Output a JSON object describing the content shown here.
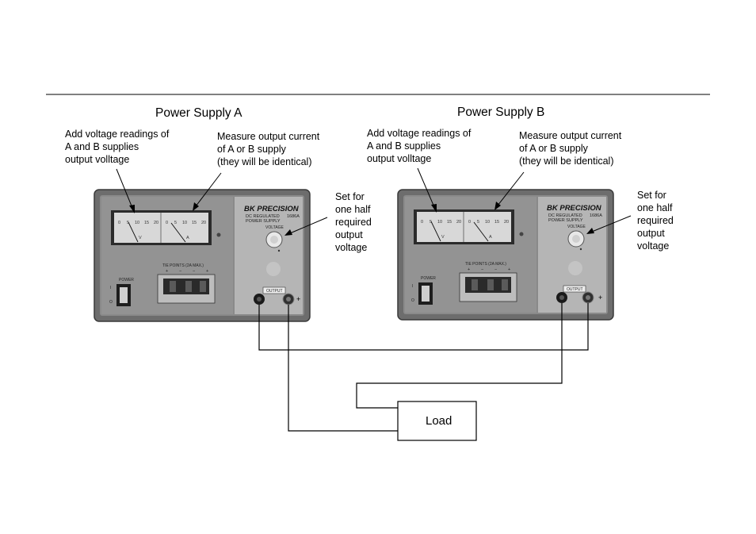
{
  "supplies": [
    {
      "title": "Power Supply A",
      "annotation_left": [
        "Add voltage readings of",
        "A and B supplies",
        "output volltage"
      ],
      "annotation_middle": [
        "Measure output current",
        "of A or B supply",
        "(they will be identical)"
      ],
      "annotation_right": [
        "Set for",
        "one half",
        "required",
        "output",
        "voltage"
      ],
      "brand": "BK PRECISION",
      "subtitle": [
        "DC REGULATED",
        "POWER SUPPLY"
      ],
      "model": "1686A",
      "meter_scale": [
        "0",
        "5",
        "10",
        "15",
        "20"
      ],
      "meter_v": "V",
      "meter_a": "A",
      "voltage_label": "VOLTAGE",
      "tie_points_label": "TIE POINTS (2A MAX.)",
      "tie_signs": [
        "+",
        "−",
        "−",
        "+"
      ],
      "power_label": "POWER",
      "power_on": "I",
      "power_off": "O",
      "output_label": "OUTPUT",
      "plus_sign": "+"
    },
    {
      "title": "Power Supply B",
      "annotation_left": [
        "Add voltage readings of",
        "A and B supplies",
        "output volltage"
      ],
      "annotation_middle": [
        "Measure output current",
        "of A or B supply",
        "(they will be identical)"
      ],
      "annotation_right": [
        "Set for",
        "one half",
        "required",
        "output",
        "voltage"
      ],
      "brand": "BK PRECISION",
      "subtitle": [
        "DC REGULATED",
        "POWER SUPPLY"
      ],
      "model": "1686A",
      "meter_scale": [
        "0",
        "5",
        "10",
        "15",
        "20"
      ],
      "meter_v": "V",
      "meter_a": "A",
      "voltage_label": "VOLTAGE",
      "tie_points_label": "TIE POINTS (2A MAX.)",
      "tie_signs": [
        "+",
        "−",
        "−",
        "+"
      ],
      "power_label": "POWER",
      "power_on": "I",
      "power_off": "O",
      "output_label": "OUTPUT",
      "plus_sign": "+"
    }
  ],
  "load_label": "Load"
}
